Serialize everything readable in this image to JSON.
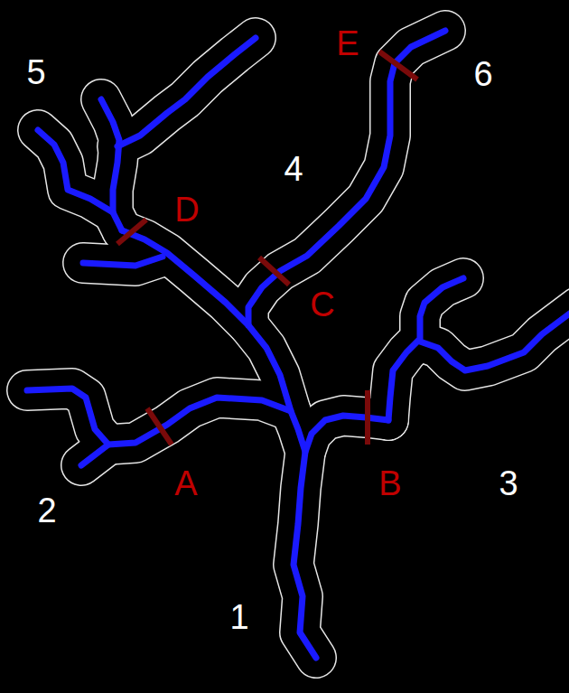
{
  "diagram": {
    "labels": [
      "E",
      "5",
      "6",
      "4",
      "D",
      "C",
      "A",
      "B",
      "3",
      "2",
      "1"
    ]
  }
}
